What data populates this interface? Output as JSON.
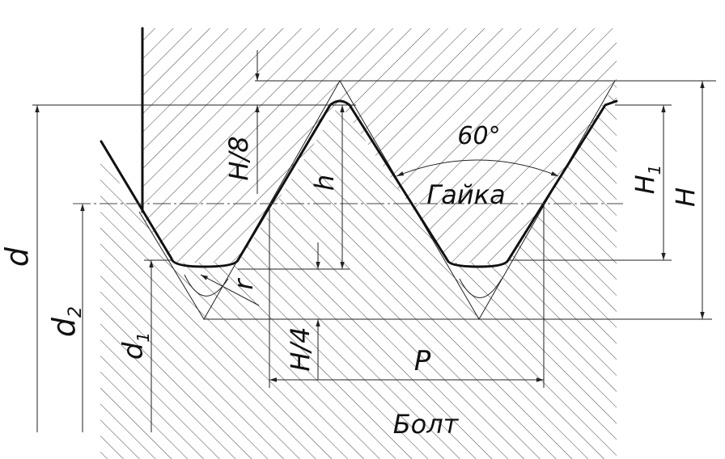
{
  "labels": {
    "d": "d",
    "d2": "d",
    "d2_sub": "2",
    "d1": "d",
    "d1_sub": "1",
    "h8": "H/8",
    "h": "h",
    "h4": "H/4",
    "r": "r",
    "angle": "60°",
    "nut": "Гайка",
    "h1": "H",
    "h1_sub": "1",
    "H": "H",
    "p": "P",
    "bolt": "Болт"
  },
  "colors": {
    "ink": "#111111",
    "background": "#ffffff"
  }
}
